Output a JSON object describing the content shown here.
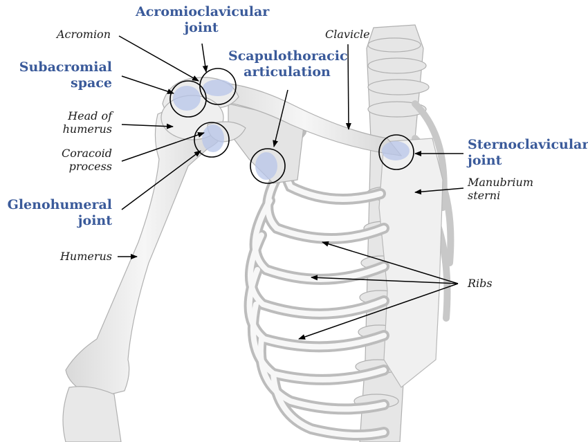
{
  "labels": {
    "acromioclavicular": {
      "line1": "Acromioclavicular",
      "line2": "joint"
    },
    "acromion": "Acromion",
    "clavicle": "Clavicle",
    "scapulothoracic": {
      "line1": "Scapulothoracic",
      "line2": "articulation"
    },
    "subacromial": {
      "line1": "Subacromial",
      "line2": "space"
    },
    "head_of_humerus": {
      "line1": "Head of",
      "line2": "humerus"
    },
    "coracoid": {
      "line1": "Coracoid",
      "line2": "process"
    },
    "glenohumeral": {
      "line1": "Glenohumeral",
      "line2": "joint"
    },
    "sternoclavicular": {
      "line1": "Sternoclavicular",
      "line2": "joint"
    },
    "manubrium": {
      "line1": "Manubrium",
      "line2": "sterni"
    },
    "humerus": "Humerus",
    "ribs": "Ribs"
  },
  "colors": {
    "joint_label": "#3a5a9a",
    "part_label": "#1a1a1a",
    "joint_highlight": "#b8c6ea",
    "bone_fill": "#ebebeb",
    "bone_stroke": "#b8b8b8",
    "leader_line": "#000000"
  }
}
